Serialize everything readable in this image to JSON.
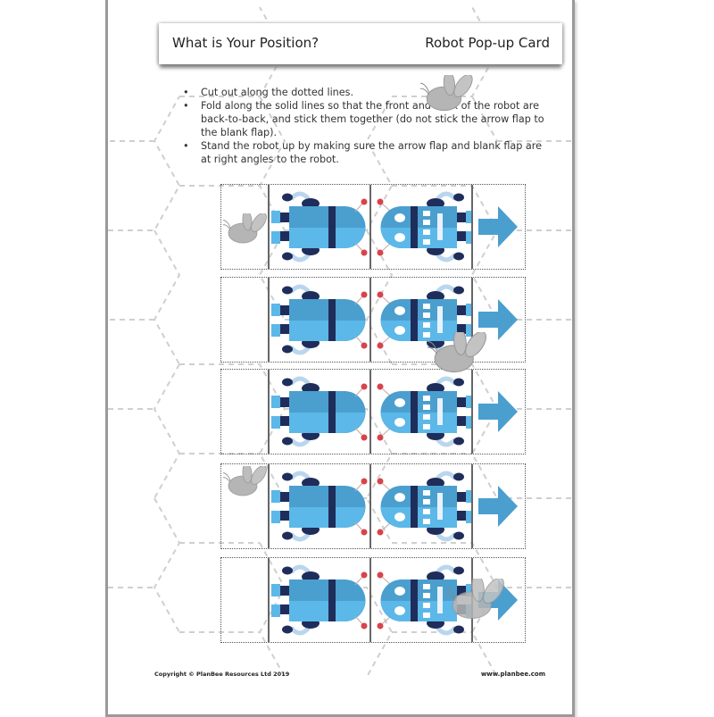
{
  "header": {
    "title": "What is Your Position?",
    "subtitle": "Robot Pop-up Card"
  },
  "instructions": [
    "Cut out along the dotted lines.",
    "Fold along the solid lines so that the front and back of the robot are back-to-back, and stick them together (do not stick the arrow flap to the blank flap).",
    "Stand the robot up by making sure the arrow flap and blank flap are at right angles to the robot."
  ],
  "cards": [
    {
      "index": 1,
      "panels": [
        "blank-flap",
        "robot-back",
        "robot-front",
        "arrow-flap"
      ],
      "arrow_direction": "right"
    },
    {
      "index": 2,
      "panels": [
        "blank-flap",
        "robot-back",
        "robot-front",
        "arrow-flap"
      ],
      "arrow_direction": "right"
    },
    {
      "index": 3,
      "panels": [
        "blank-flap",
        "robot-back",
        "robot-front",
        "arrow-flap"
      ],
      "arrow_direction": "right"
    },
    {
      "index": 4,
      "panels": [
        "blank-flap",
        "robot-back",
        "robot-front",
        "arrow-flap"
      ],
      "arrow_direction": "right"
    },
    {
      "index": 5,
      "panels": [
        "blank-flap",
        "robot-back",
        "robot-front",
        "arrow-flap"
      ],
      "arrow_direction": "right"
    }
  ],
  "footer": {
    "copyright": "Copyright © PlanBee Resources Ltd 2019",
    "website": "www.planbee.com"
  },
  "colors": {
    "robot_light": "#5bb8e8",
    "robot_mid": "#4a9fcf",
    "robot_dark": "#1f2d5a",
    "antenna_red": "#d9434a",
    "arrow": "#4a9fcf",
    "bee_gray": "#b5b5b5"
  }
}
